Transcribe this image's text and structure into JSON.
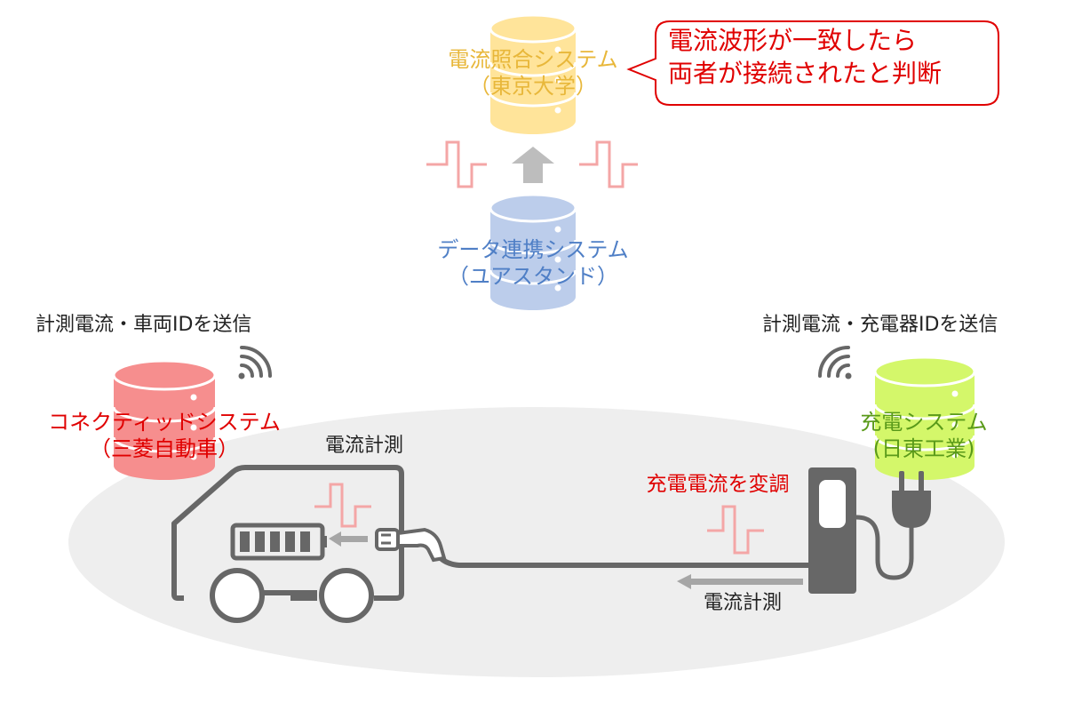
{
  "matching_system": {
    "name": "電流照合システム",
    "org": "（東京大学）"
  },
  "speech_bubble": {
    "line1": "電流波形が一致したら",
    "line2": "両者が接続されたと判断"
  },
  "data_system": {
    "name": "データ連携システム",
    "org": "（ユアスタンド）"
  },
  "vehicle_side": {
    "send_label": "計測電流・車両IDを送信",
    "system_name": "コネクティッドシステム",
    "system_org": "（三菱自動車）",
    "measure_label": "電流計測"
  },
  "charger_side": {
    "send_label": "計測電流・充電器IDを送信",
    "system_name": "充電システム",
    "system_org": "(日東工業)",
    "modulate_label": "充電電流を変調",
    "measure_label": "電流計測"
  },
  "colors": {
    "yellow_db": "#ffe49a",
    "blue_db": "#bccdeb",
    "red_db": "#f68e8e",
    "green_db": "#d4f76a",
    "wave": "#f4a6a6",
    "gray_line": "#676767",
    "ground": "#eeeeee"
  },
  "icons": {
    "database": "database-icon",
    "wifi": "wifi-icon",
    "arrow": "arrow-icon",
    "car": "car-icon",
    "charger": "charger-icon",
    "plug": "plug-icon"
  }
}
